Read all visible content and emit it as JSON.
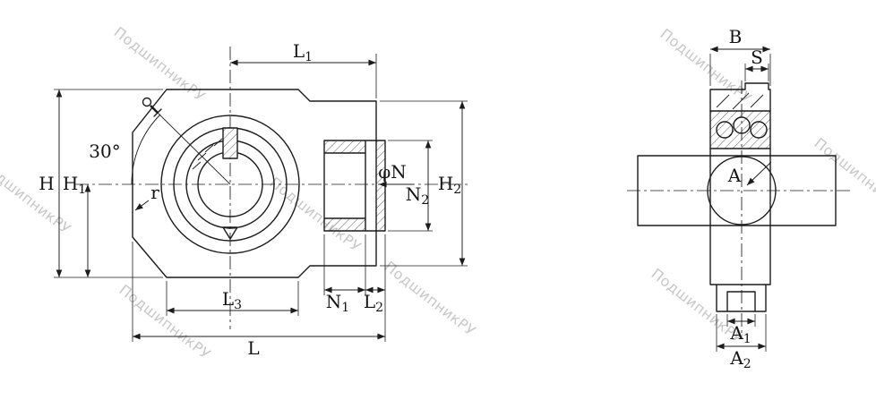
{
  "meta": {
    "drawing_type": "take-up bearing unit technical drawing, two views",
    "background_color": "#ffffff",
    "line_color": "#1c1c1c",
    "watermark_color": "#c7c7c7"
  },
  "watermark": {
    "text": "ПодшипникРУ"
  },
  "front_view": {
    "dims": {
      "L1": {
        "base": "L",
        "sub": "1"
      },
      "H": {
        "base": "H",
        "sub": ""
      },
      "H1": {
        "base": "H",
        "sub": "1"
      },
      "angle": {
        "base": "30°",
        "sub": ""
      },
      "r": {
        "base": "r",
        "sub": ""
      },
      "phiN": {
        "base": "φN",
        "sub": ""
      },
      "N2": {
        "base": "N",
        "sub": "2"
      },
      "H2": {
        "base": "H",
        "sub": "2"
      },
      "L3": {
        "base": "L",
        "sub": "3"
      },
      "N1": {
        "base": "N",
        "sub": "1"
      },
      "L2": {
        "base": "L",
        "sub": "2"
      },
      "L": {
        "base": "L",
        "sub": ""
      }
    }
  },
  "side_view": {
    "dims": {
      "B": {
        "base": "B",
        "sub": ""
      },
      "S": {
        "base": "S",
        "sub": ""
      },
      "A": {
        "base": "A",
        "sub": ""
      },
      "A1": {
        "base": "A",
        "sub": "1"
      },
      "A2": {
        "base": "A",
        "sub": "2"
      }
    }
  }
}
